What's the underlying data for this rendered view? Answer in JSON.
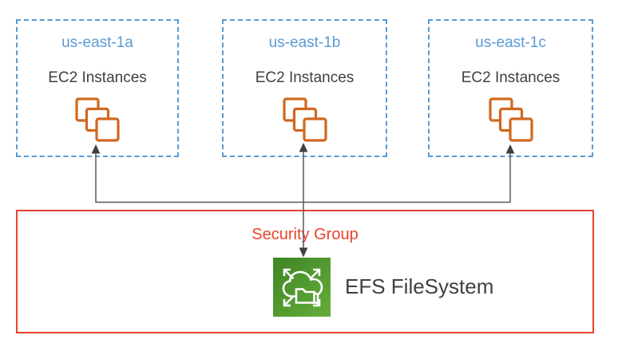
{
  "diagram": {
    "zones": [
      {
        "name": "us-east-1a",
        "service_label": "EC2 Instances"
      },
      {
        "name": "us-east-1b",
        "service_label": "EC2 Instances"
      },
      {
        "name": "us-east-1c",
        "service_label": "EC2 Instances"
      }
    ],
    "security_group": {
      "label": "Security Group"
    },
    "efs": {
      "label": "EFS FileSystem"
    },
    "icons": {
      "ec2": "ec2-instances-icon",
      "efs": "efs-filesystem-icon",
      "arrows": "connector-arrow-icon"
    },
    "colors": {
      "zone_border_blue": "#5B9BD5",
      "zone_title_blue": "#5B9BD5",
      "body_text_gray": "#404040",
      "ec2_orange": "#D2671E",
      "security_group_red": "#E8432C",
      "efs_green_dark": "#3E8524",
      "efs_green_light": "#66AD3C",
      "connector_line_gray": "#595959",
      "arrowhead_gray": "#404040",
      "background": "#FFFFFF"
    }
  }
}
